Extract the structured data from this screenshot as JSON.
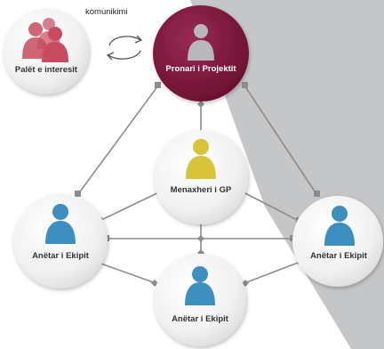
{
  "diagram": {
    "nodes": {
      "stakeholders": {
        "label": "Palët e interesit",
        "icon": "group-people-icon",
        "color": "#c84b5f"
      },
      "project_owner": {
        "label": "Pronari i Projektit",
        "icon": "person-icon",
        "color": "#7b1538",
        "person_color": "#b8b8bc"
      },
      "project_manager": {
        "label": "Menaxheri i GP",
        "icon": "person-icon",
        "color": "#d7c43a"
      },
      "team_member_left": {
        "label": "Anëtar i Ekipit",
        "icon": "person-icon",
        "color": "#3d8fbf"
      },
      "team_member_right": {
        "label": "Anëtar i Ekipit",
        "icon": "person-icon",
        "color": "#3d8fbf"
      },
      "team_member_bottom": {
        "label": "Anëtar i Ekipit",
        "icon": "person-icon",
        "color": "#3d8fbf"
      }
    },
    "communication_caption": "komunikimi",
    "cycle_icon": "cycle-arrows-icon",
    "colors": {
      "connector": "#8c8c8c",
      "bubble": "#f1f1f1",
      "shading": "#c5c6c8"
    }
  }
}
